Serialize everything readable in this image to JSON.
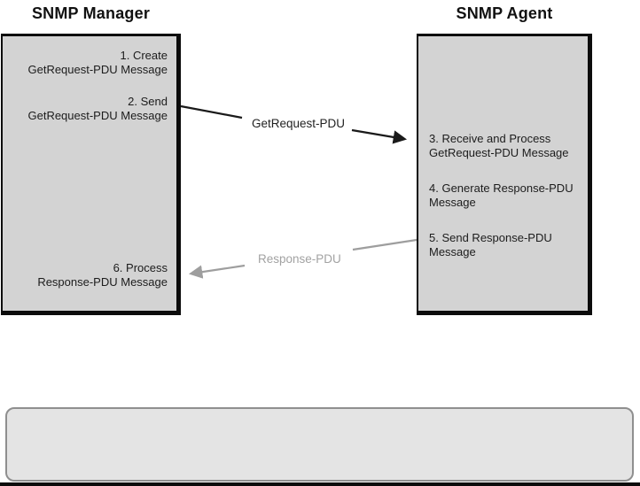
{
  "diagram": {
    "manager": {
      "title": "SNMP Manager",
      "steps": {
        "create": "1. Create\nGetRequest-PDU Message",
        "send": "2. Send\nGetRequest-PDU Message",
        "process": "6. Process\nResponse-PDU Message"
      }
    },
    "agent": {
      "title": "SNMP Agent",
      "steps": {
        "receive": "3. Receive and Process\nGetRequest-PDU Message",
        "generate": "4. Generate Response-PDU\nMessage",
        "send": "5. Send Response-PDU\nMessage"
      }
    },
    "messages": {
      "request_label": "GetRequest-PDU",
      "response_label": "Response-PDU"
    },
    "colors": {
      "box_fill": "#d3d3d3",
      "box_border": "#0c0c0c",
      "request_arrow": "#1a1a1a",
      "response_arrow": "#9e9e9e",
      "request_label_text": "#222222",
      "response_label_text": "#a2a2a2",
      "note_fill": "#e4e4e4",
      "note_border": "#8f8f8f"
    }
  }
}
